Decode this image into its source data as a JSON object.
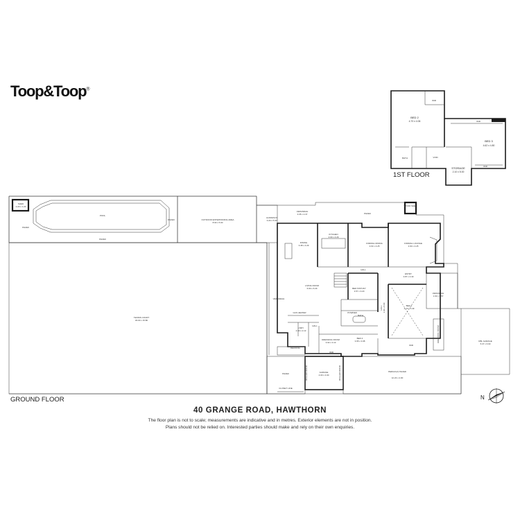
{
  "brand": {
    "logo_text": "Toop&Toop",
    "registered_mark": "®"
  },
  "floors": {
    "first": {
      "label": "1ST FLOOR",
      "rooms": [
        {
          "name": "BED 2",
          "dims": "4.70 x 4.06"
        },
        {
          "name": "BED 3",
          "dims": "4.62 x 4.80"
        },
        {
          "name": "STORAGE",
          "dims": "2.10 x 5.00"
        },
        {
          "name": "WIR",
          "dims": ""
        },
        {
          "name": "BATH",
          "dims": ""
        },
        {
          "name": "VOID",
          "dims": ""
        },
        {
          "name": "WIR",
          "dims": ""
        },
        {
          "name": "WIR",
          "dims": ""
        }
      ]
    },
    "ground": {
      "label": "GROUND FLOOR",
      "rooms": [
        {
          "name": "SHED",
          "dims": "2.20 x 1.20"
        },
        {
          "name": "POOL",
          "dims": ""
        },
        {
          "name": "PAVED",
          "dims": ""
        },
        {
          "name": "PAVED",
          "dims": ""
        },
        {
          "name": "PAVED",
          "dims": ""
        },
        {
          "name": "OUTDOOR ENTERTAINING AREA",
          "dims": "8.93 x 5.00"
        },
        {
          "name": "ALFRESCO",
          "dims": "3.20 x 5.00"
        },
        {
          "name": "VERANDAH",
          "dims": "3.35 x 2.37"
        },
        {
          "name": "PAVED",
          "dims": ""
        },
        {
          "name": "WOOD SHED",
          "dims": ""
        },
        {
          "name": "TENNIS COURT",
          "dims": "30.00 x 15.80"
        },
        {
          "name": "DINING",
          "dims": "3.38 x 4.29"
        },
        {
          "name": "KITCHEN",
          "dims": "4.00 x 4.29"
        },
        {
          "name": "FORMAL DINING",
          "dims": "3.63 x 4.25"
        },
        {
          "name": "FORMAL LOUNGE",
          "dims": "4.90 x 4.25"
        },
        {
          "name": "LIVING ROOM",
          "dims": "6.00 x 6.29"
        },
        {
          "name": "BED 5/STUDY",
          "dims": "3.57 x 3.20"
        },
        {
          "name": "ENTRY",
          "dims": "3.87 x 2.40"
        },
        {
          "name": "HALL",
          "dims": ""
        },
        {
          "name": "HALL",
          "dims": "1.94 x 8.00"
        },
        {
          "name": "BED 1",
          "dims": "4.73 x 5.49"
        },
        {
          "name": "VERANDAH",
          "dims": "1.93 x 6.57"
        },
        {
          "name": "VERANDAH",
          "dims": ""
        },
        {
          "name": "GAS HEATER",
          "dims": ""
        },
        {
          "name": "L'DRY",
          "dims": "2.30 x 2.13"
        },
        {
          "name": "HALL",
          "dims": ""
        },
        {
          "name": "POWDER",
          "dims": ""
        },
        {
          "name": "BATH",
          "dims": ""
        },
        {
          "name": "DRESSING ROOM",
          "dims": "3.02 x 3.13"
        },
        {
          "name": "BED 4",
          "dims": "3.65 x 3.08"
        },
        {
          "name": "WIR",
          "dims": ""
        },
        {
          "name": "WIR",
          "dims": ""
        },
        {
          "name": "DRESSING ROOM",
          "dims": ""
        },
        {
          "name": "DECKING",
          "dims": ""
        },
        {
          "name": "GARAGE",
          "dims": "4.00 x 4.00"
        },
        {
          "name": "ROLLER DOOR",
          "dims": ""
        },
        {
          "name": "ROLLER DOOR",
          "dims": ""
        },
        {
          "name": "PAVED",
          "dims": ""
        },
        {
          "name": "CLOSET LINE",
          "dims": ""
        },
        {
          "name": "PERGOLA/ PAVED",
          "dims": "12.23 x 4.00"
        },
        {
          "name": "DBL GARAGE",
          "dims": "5.37 x 6.90"
        }
      ]
    }
  },
  "compass": {
    "label": "N"
  },
  "address": "40 GRANGE ROAD, HAWTHORN",
  "disclaimer": {
    "line1": "The floor plan is not to scale; measurements are indicative and in metres. Exterior elements are not in position.",
    "line2": "Plans should not be relied on. Interested parties should make and rely on their own enquiries."
  }
}
